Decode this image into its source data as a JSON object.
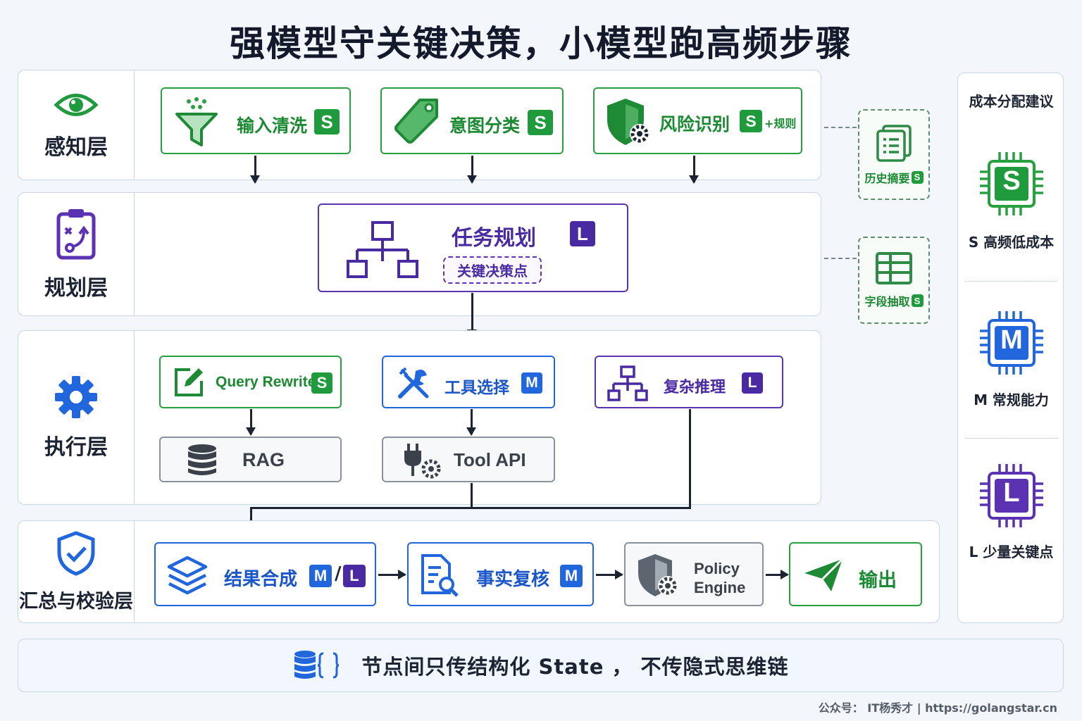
{
  "title": "强模型守关键决策，小模型跑高频步骤",
  "layers": {
    "perception": "感知层",
    "planning": "规划层",
    "execution": "执行层",
    "summary": "汇总与校验层"
  },
  "perception": {
    "input_clean": {
      "label": "输入清洗",
      "badge": "S"
    },
    "intent": {
      "label": "意图分类",
      "badge": "S"
    },
    "risk": {
      "label": "风险识别",
      "badge": "S",
      "extra": "+规则"
    }
  },
  "planning": {
    "task": {
      "label": "任务规划",
      "badge": "L",
      "tag": "关键决策点"
    }
  },
  "execution": {
    "query_rewrite": {
      "label": "Query Rewrite",
      "badge": "S"
    },
    "tool_select": {
      "label": "工具选择",
      "badge": "M"
    },
    "complex": {
      "label": "复杂推理",
      "badge": "L"
    },
    "rag": {
      "label": "RAG"
    },
    "tool_api": {
      "label": "Tool API"
    }
  },
  "summary": {
    "merge": {
      "label": "结果合成",
      "badge1": "M",
      "sep": "/",
      "badge2": "L"
    },
    "fact": {
      "label": "事实复核",
      "badge": "M"
    },
    "policy": {
      "line1": "Policy",
      "line2": "Engine"
    },
    "output": {
      "label": "输出"
    }
  },
  "side": {
    "history": {
      "label": "历史摘要",
      "badge": "S"
    },
    "fields": {
      "label": "字段抽取",
      "badge": "S"
    }
  },
  "cost": {
    "title": "成本分配建议",
    "s": {
      "chip": "S",
      "label": "S 高频低成本"
    },
    "m": {
      "chip": "M",
      "label": "M 常规能力"
    },
    "l": {
      "chip": "L",
      "label": "L 少量关键点"
    }
  },
  "footer": {
    "text": "节点间只传结构化 State ， 不传隐式思维链"
  },
  "credit": "公众号： IT杨秀才  |  https://golangstar.cn",
  "colors": {
    "green": "#27a040",
    "purple": "#5a32b2",
    "blue": "#2266dd",
    "gray": "#8a929c"
  }
}
